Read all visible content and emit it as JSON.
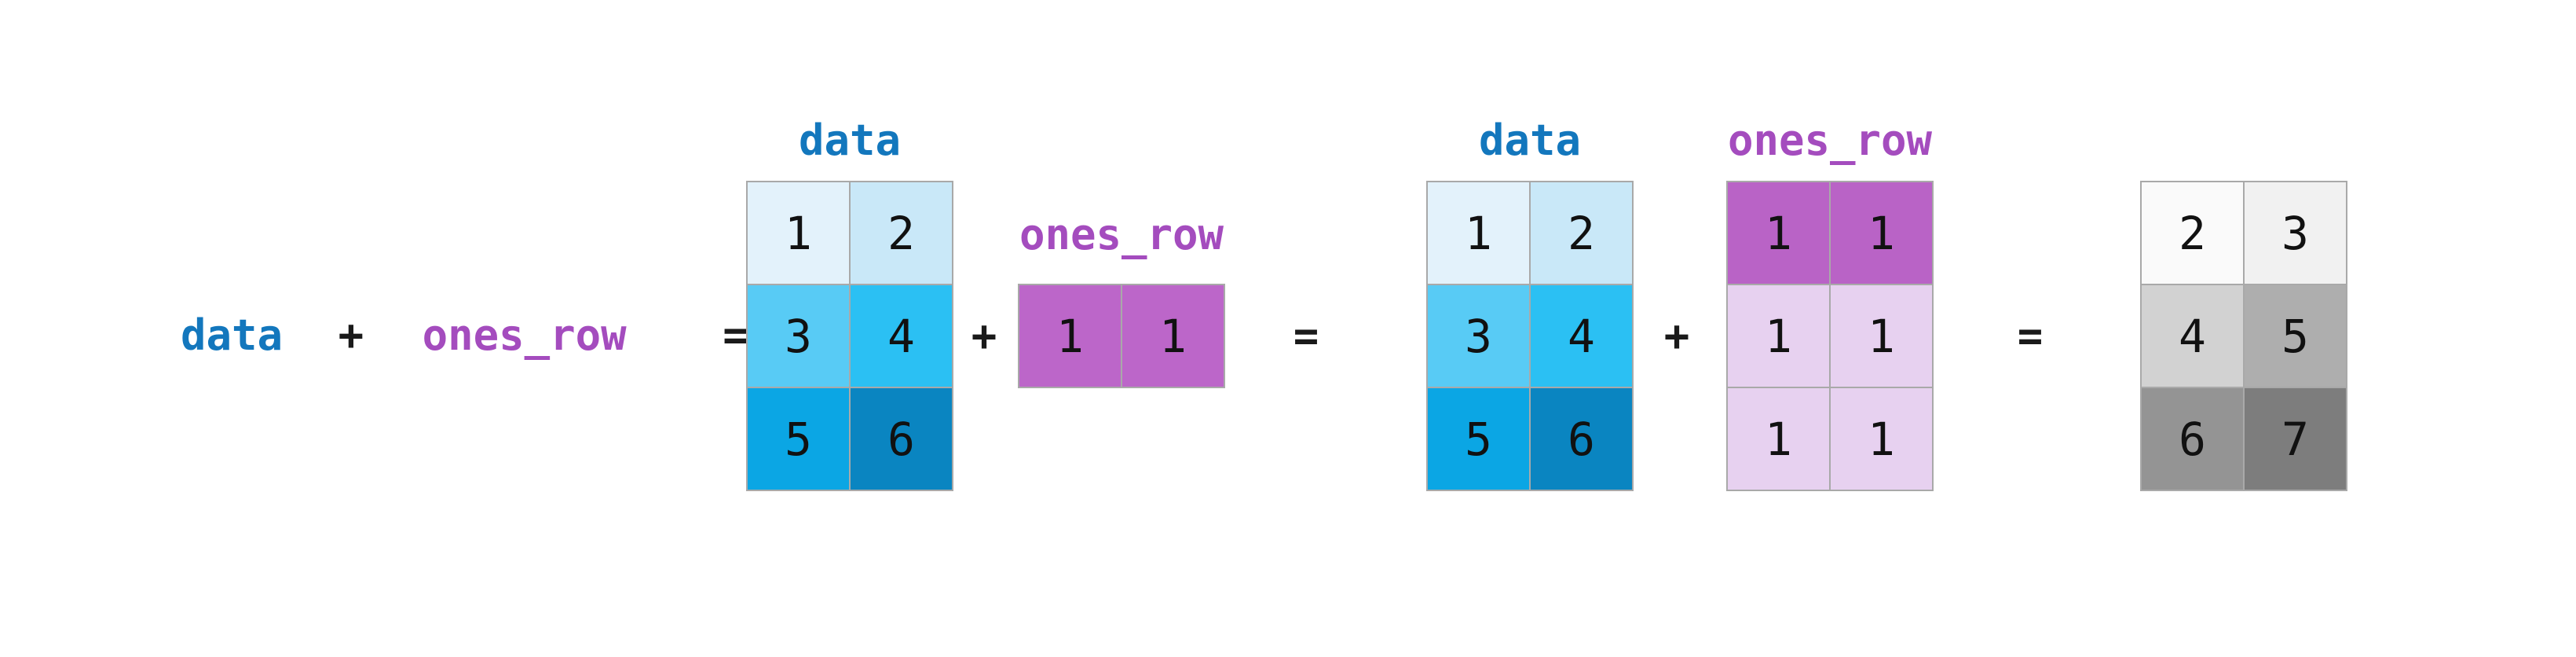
{
  "expression": {
    "data": "data",
    "plus": "+",
    "ones_row": "ones_row",
    "equals": "="
  },
  "operators": {
    "plus": "+",
    "equals": "="
  },
  "colors": {
    "data_label": "#1377bd",
    "ones_row_label": "#a44cbe",
    "operator_text": "#1a1a1a",
    "cell_text": "#111111",
    "grid_border": "#a9a9a9",
    "background": "#ffffff"
  },
  "matrices": {
    "data1": {
      "label": "data",
      "rows": [
        [
          "1",
          "2"
        ],
        [
          "3",
          "4"
        ],
        [
          "5",
          "6"
        ]
      ],
      "cell_colors": [
        [
          "#e3f2fb",
          "#c9e8f8"
        ],
        [
          "#58cbf5",
          "#2bc0f3"
        ],
        [
          "#0ba6e4",
          "#0a85c1"
        ]
      ]
    },
    "ones_row_small": {
      "label": "ones_row",
      "rows": [
        [
          "1",
          "1"
        ]
      ],
      "cell_colors": [
        [
          "#bc66c9",
          "#bc66c9"
        ]
      ]
    },
    "data2": {
      "label": "data",
      "rows": [
        [
          "1",
          "2"
        ],
        [
          "3",
          "4"
        ],
        [
          "5",
          "6"
        ]
      ],
      "cell_colors": [
        [
          "#e3f2fb",
          "#c9e8f8"
        ],
        [
          "#58cbf5",
          "#2bc0f3"
        ],
        [
          "#0ba6e4",
          "#0a85c1"
        ]
      ]
    },
    "ones_row_broadcast": {
      "label": "ones_row",
      "rows": [
        [
          "1",
          "1"
        ],
        [
          "1",
          "1"
        ],
        [
          "1",
          "1"
        ]
      ],
      "cell_colors": [
        [
          "#b963c6",
          "#b963c6"
        ],
        [
          "#e7d1f0",
          "#e7d1f0"
        ],
        [
          "#e7d1f0",
          "#e7d1f0"
        ]
      ]
    },
    "result": {
      "rows": [
        [
          "2",
          "3"
        ],
        [
          "4",
          "5"
        ],
        [
          "6",
          "7"
        ]
      ],
      "cell_colors": [
        [
          "#fafafa",
          "#f1f1f1"
        ],
        [
          "#d2d2d2",
          "#aeaeae"
        ],
        [
          "#949494",
          "#7d7d7d"
        ]
      ]
    }
  }
}
